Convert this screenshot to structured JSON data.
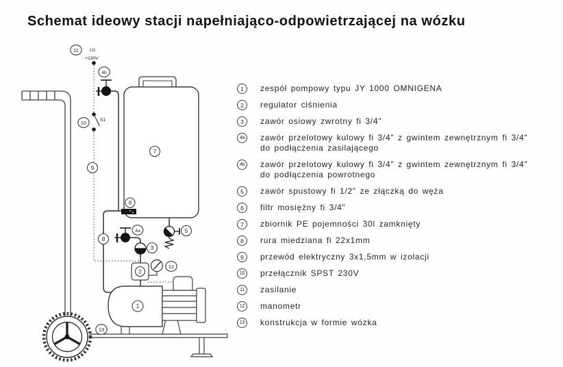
{
  "title": "Schemat ideowy stacji napełniająco-odpowietrzającej na wózku",
  "legend": {
    "items": [
      {
        "id": "1",
        "text": "zespół pompowy typu JY 1000 OMNIGENA"
      },
      {
        "id": "2",
        "text": "regulator ciśnienia"
      },
      {
        "id": "3",
        "text": "zawór osiowy zwrotny fi 3/4\""
      },
      {
        "id": "4a",
        "text": "zawór przelotowy kulowy fi 3/4\" z gwintem zewnętrznym fi 3/4\"",
        "text2": "do podłączenia zasilającego"
      },
      {
        "id": "4b",
        "text": "zawór przelotowy kulowy fi 3/4\" z gwintem zewnętrznym fi 3/4\"",
        "text2": "do podłączenia powrotnego"
      },
      {
        "id": "5",
        "text": "zawór spustowy fi 1/2\" ze złączką do węża"
      },
      {
        "id": "6",
        "text": "filtr mosiężny fi 3/4\""
      },
      {
        "id": "7",
        "text": "zbiornik PE pojemności 30l zamknięty"
      },
      {
        "id": "8",
        "text": "rura miedziana fi 22x1mm"
      },
      {
        "id": "9",
        "text": "przewód elektryczny 3x1,5mm w izolacji"
      },
      {
        "id": "10",
        "text": "przełącznik SPST 230V"
      },
      {
        "id": "11",
        "text": "zasilanie"
      },
      {
        "id": "12",
        "text": "manometr"
      },
      {
        "id": "13",
        "text": "konstrukcja w formie wózka"
      }
    ]
  },
  "diagram": {
    "callouts": {
      "c1": "1",
      "c2": "2",
      "c3": "3",
      "c4a": "4a",
      "c4b": "4b",
      "c5": "5",
      "c6": "6",
      "c7": "7",
      "c8": "8",
      "c9": "9",
      "c10": "10",
      "c11": "11",
      "c12": "12",
      "c13": "13"
    },
    "labels": {
      "supply_node": "U1",
      "voltage": "+230V",
      "switch": "S1"
    }
  },
  "colors": {
    "line": "#3d3d3d",
    "pipe": "#4a4440",
    "symbol_fill": "#141414",
    "background": "#fefefe"
  }
}
